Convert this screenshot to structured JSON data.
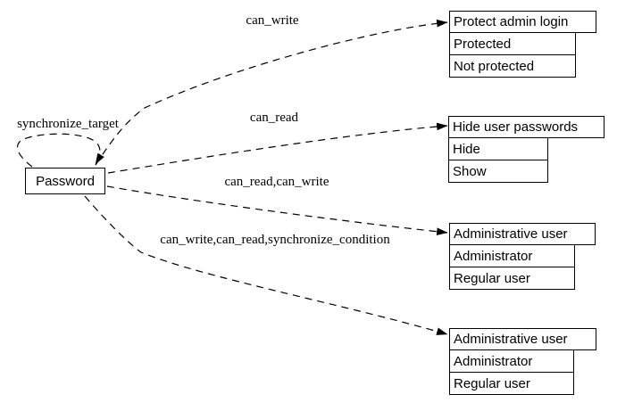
{
  "diagram": {
    "password_node": {
      "label": "Password"
    },
    "self_loop": {
      "label": "synchronize_target"
    },
    "edges": [
      {
        "label": "can_write"
      },
      {
        "label": "can_read"
      },
      {
        "label": "can_read,can_write"
      },
      {
        "label": "can_write,can_read,synchronize_condition"
      }
    ],
    "target_nodes": [
      {
        "title": "Protect admin login",
        "options": [
          "Protected",
          "Not protected"
        ]
      },
      {
        "title": "Hide user passwords",
        "options": [
          "Hide",
          "Show"
        ]
      },
      {
        "title": "Administrative user",
        "options": [
          "Administrator",
          "Regular user"
        ]
      },
      {
        "title": "Administrative user",
        "options": [
          "Administrator",
          "Regular user"
        ]
      }
    ],
    "colors": {
      "line": "#000000",
      "background": "#ffffff",
      "text": "#000000"
    }
  }
}
